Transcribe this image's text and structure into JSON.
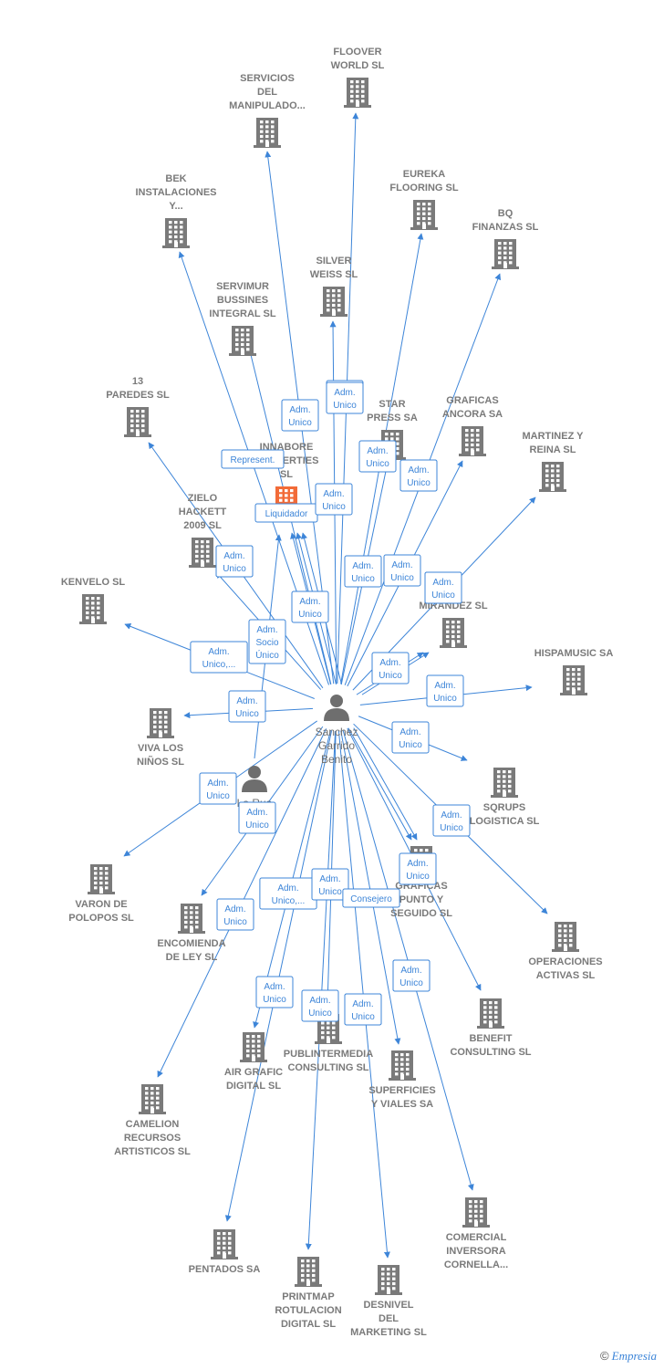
{
  "colors": {
    "edge": "#3d85d8",
    "company": "#7a7a7a",
    "highlight": "#f26b38",
    "person": "#6e6e6e"
  },
  "center": {
    "id": "sanchez",
    "lines": [
      "Sanchez",
      "Garrido",
      "Benito"
    ],
    "icon": "person-icon"
  },
  "people": [
    {
      "id": "laraa",
      "lines": [
        "La Rua",
        "Ruiz"
      ],
      "icon": "person-icon"
    }
  ],
  "companies": [
    {
      "id": "floover",
      "lines": [
        "FLOOVER",
        "WORLD SL"
      ],
      "icon": "building-icon"
    },
    {
      "id": "servicios",
      "lines": [
        "SERVICIOS",
        "DEL",
        "MANIPULADO..."
      ],
      "icon": "building-icon"
    },
    {
      "id": "eureka",
      "lines": [
        "EUREKA",
        "FLOORING SL"
      ],
      "icon": "building-icon"
    },
    {
      "id": "bek",
      "lines": [
        "BEK",
        "INSTALACIONES",
        "Y..."
      ],
      "icon": "building-icon"
    },
    {
      "id": "bq",
      "lines": [
        "BQ",
        "FINANZAS SL"
      ],
      "icon": "building-icon"
    },
    {
      "id": "silver",
      "lines": [
        "SILVER",
        "WEISS SL"
      ],
      "icon": "building-icon"
    },
    {
      "id": "servimur",
      "lines": [
        "SERVIMUR",
        "BUSSINES",
        "INTEGRAL SL"
      ],
      "icon": "building-icon"
    },
    {
      "id": "trece",
      "lines": [
        "13",
        "PAREDES SL"
      ],
      "icon": "building-icon"
    },
    {
      "id": "star",
      "lines": [
        "STAR",
        "PRESS SA"
      ],
      "icon": "building-icon"
    },
    {
      "id": "graficas_ancora",
      "lines": [
        "GRAFICAS",
        "ANCORA SA"
      ],
      "icon": "building-icon"
    },
    {
      "id": "martinez",
      "lines": [
        "MARTINEZ Y",
        "REINA SL"
      ],
      "icon": "building-icon"
    },
    {
      "id": "innabore",
      "lines": [
        "INNABORE",
        "PROPERTIES",
        "SL"
      ],
      "icon": "building-icon",
      "highlight": true
    },
    {
      "id": "zielo",
      "lines": [
        "ZIELO",
        "HACKETT",
        "2009 SL"
      ],
      "icon": "building-icon"
    },
    {
      "id": "kenvelo",
      "lines": [
        "KENVELO  SL"
      ],
      "icon": "building-icon"
    },
    {
      "id": "mirandez",
      "lines": [
        "MIRANDEZ SL"
      ],
      "icon": "building-icon"
    },
    {
      "id": "hispamusic",
      "lines": [
        "HISPAMUSIC SA"
      ],
      "icon": "building-icon"
    },
    {
      "id": "viva",
      "lines": [
        "VIVA LOS",
        "NIÑOS SL"
      ],
      "icon": "building-icon"
    },
    {
      "id": "sqrups",
      "lines": [
        "SQRUPS",
        "LOGISTICA  SL"
      ],
      "icon": "building-icon"
    },
    {
      "id": "varon",
      "lines": [
        "VARON DE",
        "POLOPOS SL"
      ],
      "icon": "building-icon"
    },
    {
      "id": "graficas_punto",
      "lines": [
        "GRAFICAS",
        "PUNTO Y",
        "SEGUIDO SL"
      ],
      "icon": "building-icon"
    },
    {
      "id": "encomienda",
      "lines": [
        "ENCOMIENDA",
        "DE LEY  SL"
      ],
      "icon": "building-icon"
    },
    {
      "id": "operaciones",
      "lines": [
        "OPERACIONES",
        "ACTIVAS SL"
      ],
      "icon": "building-icon"
    },
    {
      "id": "benefit",
      "lines": [
        "BENEFIT",
        "CONSULTING SL"
      ],
      "icon": "building-icon"
    },
    {
      "id": "air",
      "lines": [
        "AIR GRAFIC",
        "DIGITAL SL"
      ],
      "icon": "building-icon"
    },
    {
      "id": "publintermedia",
      "lines": [
        "PUBLINTERMEDIA",
        "CONSULTING SL"
      ],
      "icon": "building-icon"
    },
    {
      "id": "superficies",
      "lines": [
        "SUPERFICIES",
        "Y VIALES SA"
      ],
      "icon": "building-icon"
    },
    {
      "id": "camelion",
      "lines": [
        "CAMELION",
        "RECURSOS",
        "ARTISTICOS SL"
      ],
      "icon": "building-icon"
    },
    {
      "id": "comercial",
      "lines": [
        "COMERCIAL",
        "INVERSORA",
        "CORNELLA..."
      ],
      "icon": "building-icon"
    },
    {
      "id": "pentados",
      "lines": [
        "PENTADOS SA"
      ],
      "icon": "building-icon"
    },
    {
      "id": "printmap",
      "lines": [
        "PRINTMAP",
        "ROTULACION",
        "DIGITAL SL"
      ],
      "icon": "building-icon"
    },
    {
      "id": "desnivel",
      "lines": [
        "DESNIVEL",
        "DEL",
        "MARKETING SL"
      ],
      "icon": "building-icon"
    }
  ],
  "edges": [
    {
      "from": "sanchez",
      "to": "floover",
      "lines": [
        "Adm.",
        "Unico"
      ]
    },
    {
      "from": "sanchez",
      "to": "servicios",
      "lines": [
        "Adm.",
        "Unico"
      ]
    },
    {
      "from": "sanchez",
      "to": "eureka",
      "lines": [
        "Adm.",
        "Unico"
      ]
    },
    {
      "from": "sanchez",
      "to": "bek",
      "lines": [
        "Represent."
      ]
    },
    {
      "from": "sanchez",
      "to": "bq",
      "lines": [
        "Adm.",
        "Unico"
      ]
    },
    {
      "from": "sanchez",
      "to": "silver",
      "lines": [
        "Adm.",
        "Unico"
      ]
    },
    {
      "from": "sanchez",
      "to": "servimur",
      "lines": [
        "Liquidador"
      ]
    },
    {
      "from": "sanchez",
      "to": "trece",
      "lines": [
        "Adm.",
        "Unico"
      ]
    },
    {
      "from": "sanchez",
      "to": "star",
      "lines": [
        "Adm.",
        "Unico"
      ]
    },
    {
      "from": "sanchez",
      "to": "graficas_ancora",
      "lines": [
        "Adm.",
        "Unico"
      ]
    },
    {
      "from": "sanchez",
      "to": "martinez",
      "lines": [
        "Adm.",
        "Unico"
      ]
    },
    {
      "from": "sanchez",
      "to": "innabore",
      "lines": [
        "Adm.",
        "Unico"
      ]
    },
    {
      "from": "sanchez",
      "to": "zielo",
      "lines": [
        "Adm.",
        "Unico"
      ]
    },
    {
      "from": "sanchez",
      "to": "kenvelo",
      "lines": [
        "Adm.",
        "Unico,..."
      ]
    },
    {
      "from": "sanchez",
      "to": "mirandez",
      "lines": [
        "Adm.",
        "Unico"
      ]
    },
    {
      "from": "sanchez",
      "to": "hispamusic",
      "lines": [
        "Adm.",
        "Unico"
      ]
    },
    {
      "from": "sanchez",
      "to": "viva",
      "lines": [
        "Adm.",
        "Unico"
      ]
    },
    {
      "from": "sanchez",
      "to": "sqrups",
      "lines": [
        "Adm.",
        "Unico"
      ]
    },
    {
      "from": "sanchez",
      "to": "varon",
      "lines": [
        "Adm.",
        "Unico"
      ]
    },
    {
      "from": "sanchez",
      "to": "graficas_punto",
      "lines": [
        "Adm.",
        "Unico"
      ]
    },
    {
      "from": "sanchez",
      "to": "encomienda",
      "lines": [
        "Adm.",
        "Unico"
      ]
    },
    {
      "from": "sanchez",
      "to": "operaciones",
      "lines": [
        "Adm.",
        "Unico"
      ]
    },
    {
      "from": "sanchez",
      "to": "benefit",
      "lines": [
        "Adm.",
        "Unico"
      ]
    },
    {
      "from": "sanchez",
      "to": "air",
      "lines": [
        "Adm.",
        "Unico,..."
      ]
    },
    {
      "from": "sanchez",
      "to": "publintermedia",
      "lines": [
        "Adm.",
        "Unico"
      ]
    },
    {
      "from": "sanchez",
      "to": "superficies",
      "lines": [
        "Consejero"
      ]
    },
    {
      "from": "sanchez",
      "to": "camelion",
      "lines": [
        "Adm.",
        "Unico"
      ]
    },
    {
      "from": "sanchez",
      "to": "comercial",
      "lines": [
        "Adm.",
        "Unico"
      ]
    },
    {
      "from": "sanchez",
      "to": "pentados",
      "lines": [
        "Adm.",
        "Unico"
      ]
    },
    {
      "from": "sanchez",
      "to": "printmap",
      "lines": [
        "Adm.",
        "Unico"
      ]
    },
    {
      "from": "sanchez",
      "to": "desnivel",
      "lines": [
        "Adm.",
        "Unico"
      ]
    },
    {
      "from": "sanchez",
      "to": "innabore",
      "lines": [
        "Adm.",
        "Unico"
      ]
    },
    {
      "from": "sanchez",
      "to": "innabore",
      "lines": [
        "Adm.",
        "Socio",
        "Único"
      ]
    },
    {
      "from": "sanchez",
      "to": "mirandez",
      "lines": [
        "Adm.",
        "Unico"
      ]
    },
    {
      "from": "sanchez",
      "to": "graficas_punto",
      "lines": [
        "Adm.",
        "Unico"
      ]
    },
    {
      "from": "laraa",
      "to": "innabore",
      "lines": [
        "Adm.",
        "Unico"
      ]
    }
  ],
  "footer": {
    "copyright": "©",
    "brand": "Empresia"
  }
}
